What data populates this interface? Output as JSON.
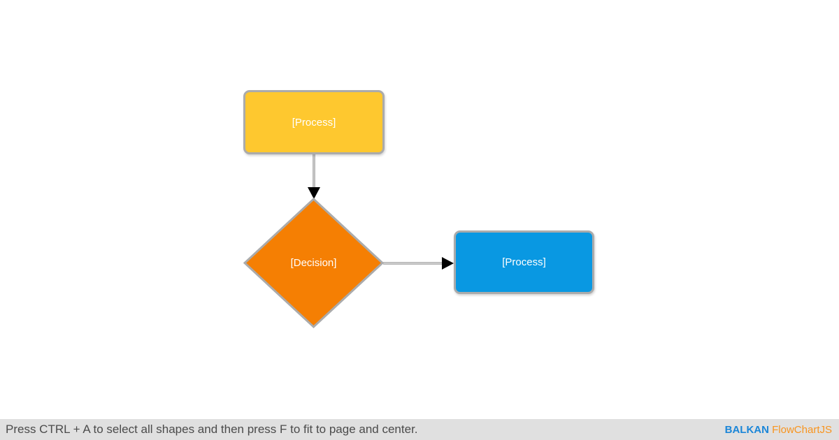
{
  "diagram": {
    "nodes": [
      {
        "id": "n1",
        "type": "process",
        "shape": "rounded-rect",
        "label": "[Process]",
        "fill": "#FEC82F"
      },
      {
        "id": "n2",
        "type": "decision",
        "shape": "diamond",
        "label": "[Decision]",
        "fill": "#F57F03"
      },
      {
        "id": "n3",
        "type": "process",
        "shape": "rounded-rect",
        "label": "[Process]",
        "fill": "#0998E2"
      }
    ],
    "links": [
      {
        "from": "n1",
        "to": "n2",
        "direction": "down"
      },
      {
        "from": "n2",
        "to": "n3",
        "direction": "right"
      }
    ],
    "node_border_color": "#ABABAB",
    "node_label_color": "#FFFFFF",
    "link_color": "#9E9E9E",
    "arrowhead_color": "#000000",
    "canvas_background": "#FFFFFF"
  },
  "statusbar": {
    "hint": "Press CTRL + A to select all shapes and then press F to fit to page and center.",
    "hint_color": "#4B4B4B",
    "background": "#E0E0E0",
    "brand_primary": "BALKAN",
    "brand_primary_color": "#1B86D8",
    "brand_secondary": "FlowChartJS",
    "brand_secondary_color": "#F8941E"
  }
}
